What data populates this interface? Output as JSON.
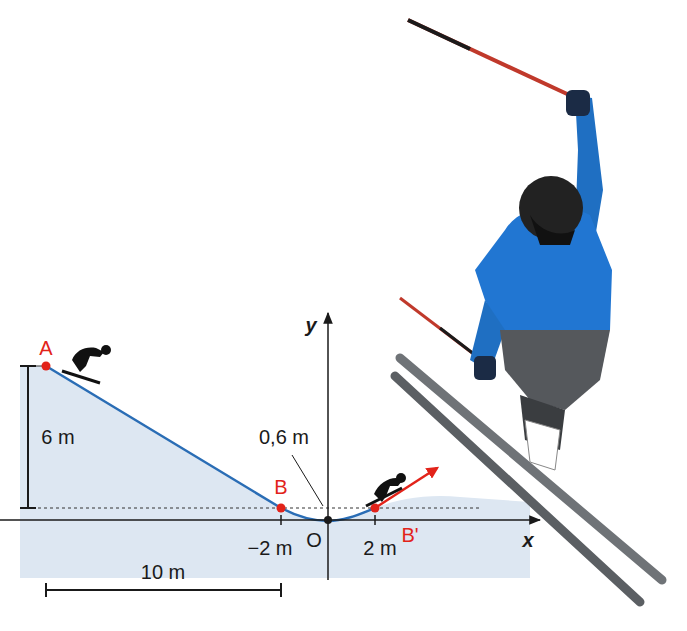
{
  "diagram": {
    "labels": [
      "A",
      "6 m",
      "B",
      "−2 m",
      "O",
      "0,6 m",
      "2 m",
      "B'",
      "x",
      "y",
      "10 m"
    ]
  }
}
